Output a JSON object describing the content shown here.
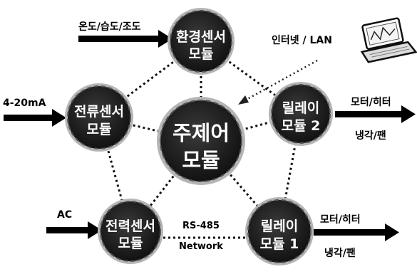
{
  "nodes": {
    "env": {
      "line1": "환경센서",
      "line2": "모듈"
    },
    "current": {
      "line1": "전류센서",
      "line2": "모듈"
    },
    "main": {
      "line1": "주제어",
      "line2": "모듈"
    },
    "relay2": {
      "line1": "릴레이",
      "line2": "모듈 2"
    },
    "power": {
      "line1": "전력센서",
      "line2": "모듈"
    },
    "relay1": {
      "line1": "릴레이",
      "line2": "모듈 1"
    }
  },
  "labels": {
    "env_input": "온도/습도/조도",
    "internet": "인터넷 / LAN",
    "current_input": "4-20mA",
    "relay2_out1": "모터/히터",
    "relay2_out2": "냉각/팬",
    "power_input": "AC",
    "rs485": "RS-485",
    "network": "Network",
    "relay1_out1": "모터/히터",
    "relay1_out2": "냉각/팬"
  }
}
